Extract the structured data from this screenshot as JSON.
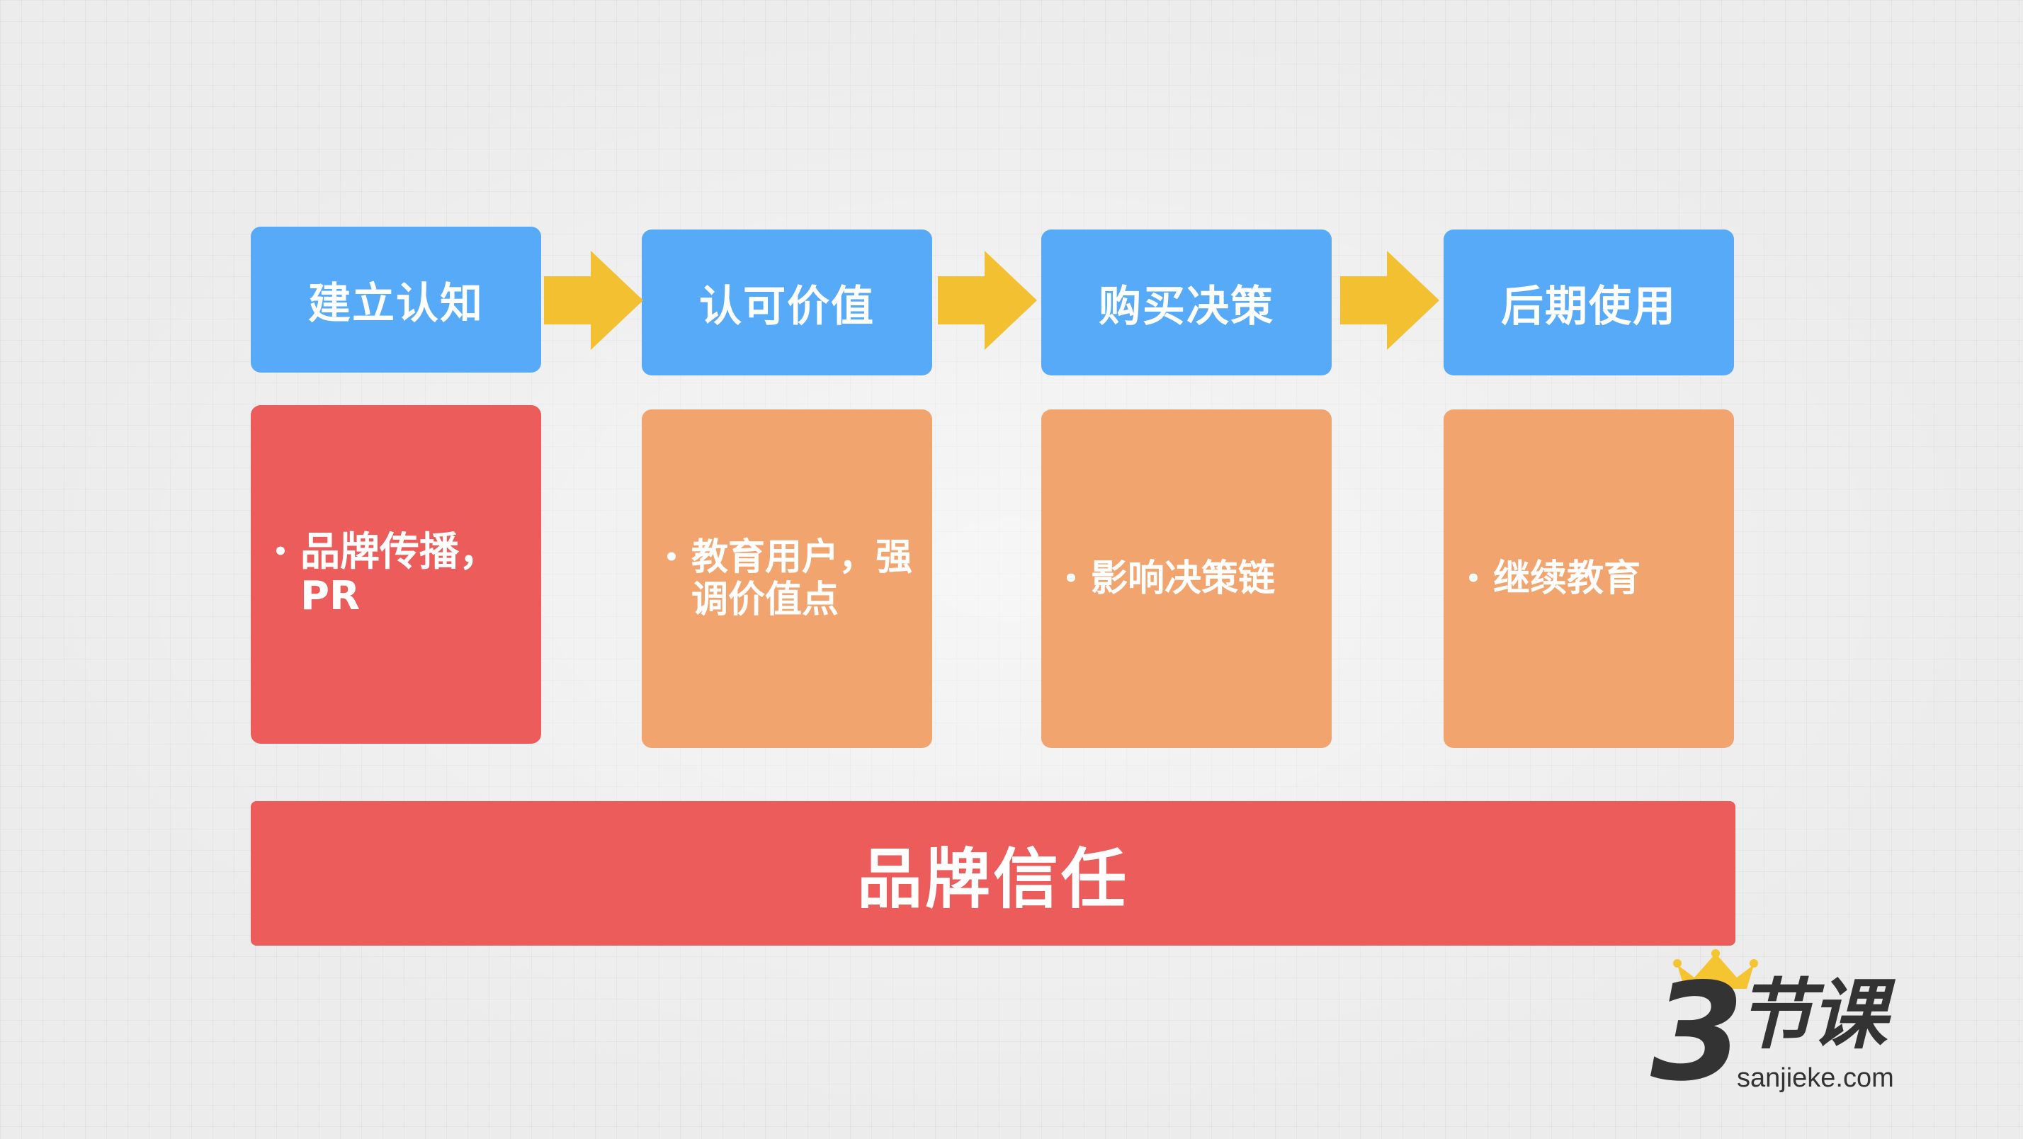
{
  "colors": {
    "header_blue": "#56aaf8",
    "detail_red": "#eb5c5b",
    "detail_orange": "#f2a46f",
    "arrow_yellow": "#f2c031",
    "bar_red": "#eb5c5b",
    "logo_dark": "#333333",
    "crown_gold": "#f4c431"
  },
  "stages": [
    {
      "title": "建立认知",
      "bullet": "•",
      "detail": "品牌传播，PR",
      "color": "#eb5c5b"
    },
    {
      "title": "认可价值",
      "bullet": "•",
      "detail": "教育用户，强调价值点",
      "color": "#f2a46f"
    },
    {
      "title": "购买决策",
      "bullet": "•",
      "detail": "影响决策链",
      "color": "#f2a46f"
    },
    {
      "title": "后期使用",
      "bullet": "•",
      "detail": "继续教育",
      "color": "#f2a46f"
    }
  ],
  "arrows": [
    {
      "icon": "right-arrow-icon"
    },
    {
      "icon": "right-arrow-icon"
    },
    {
      "icon": "right-arrow-icon"
    }
  ],
  "foundation": {
    "label": "品牌信任"
  },
  "logo": {
    "numeral": "3",
    "name": "节课",
    "domain": "sanjieke.com",
    "icon": "crown-icon"
  }
}
